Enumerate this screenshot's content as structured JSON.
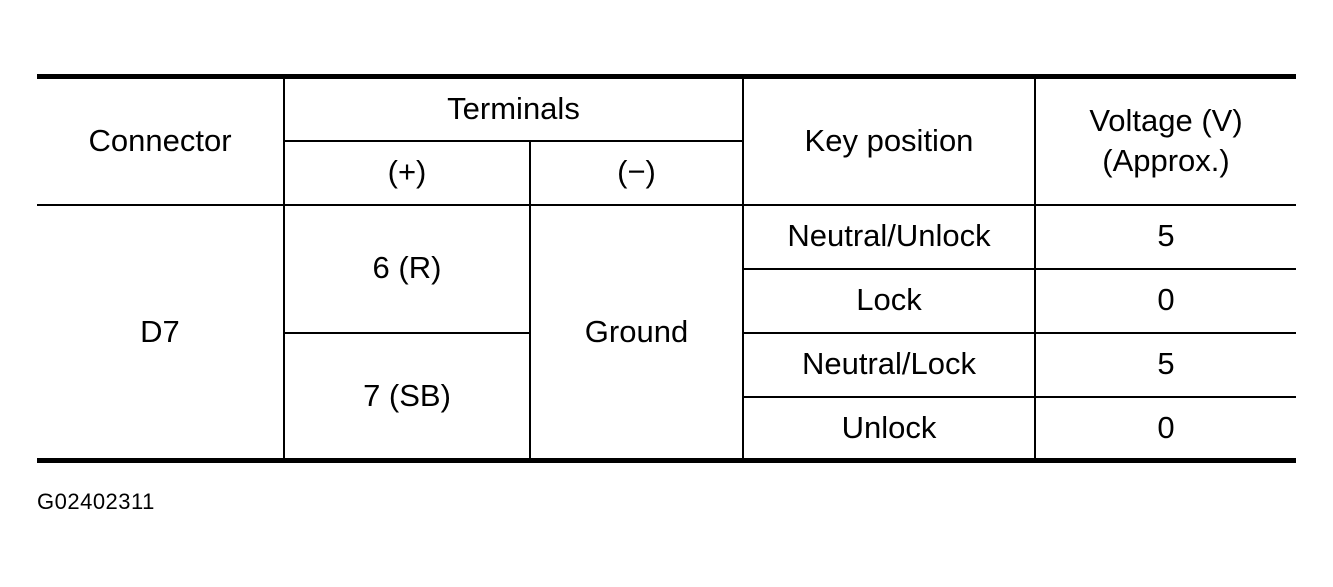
{
  "table": {
    "headers": {
      "connector": "Connector",
      "terminals": "Terminals",
      "plus": "(+)",
      "minus": "(−)",
      "key_position": "Key position",
      "voltage_line1": "Voltage (V)",
      "voltage_line2": "(Approx.)"
    },
    "connector": "D7",
    "ground": "Ground",
    "terminal_groups": [
      {
        "plus": "6 (R)",
        "rows": [
          {
            "key_position": "Neutral/Unlock",
            "voltage": "5"
          },
          {
            "key_position": "Lock",
            "voltage": "0"
          }
        ]
      },
      {
        "plus": "7 (SB)",
        "rows": [
          {
            "key_position": "Neutral/Lock",
            "voltage": "5"
          },
          {
            "key_position": "Unlock",
            "voltage": "0"
          }
        ]
      }
    ]
  },
  "figure_id": "G02402311"
}
